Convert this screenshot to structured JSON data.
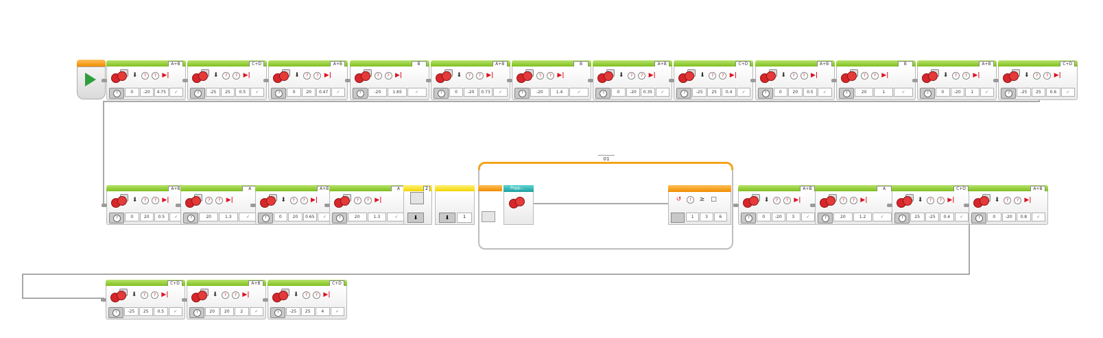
{
  "program": {
    "row1": [
      {
        "port": "A+B",
        "vals": [
          "0",
          "-20",
          "4.75",
          "✓"
        ]
      },
      {
        "port": "C+D",
        "vals": [
          "-25",
          "25",
          "0.5",
          "✓"
        ]
      },
      {
        "port": "A+B",
        "vals": [
          "0",
          "20",
          "0.47",
          "✓"
        ]
      },
      {
        "port": "B",
        "vals": [
          "-20",
          "1.65",
          "✓"
        ]
      },
      {
        "port": "A+B",
        "vals": [
          "0",
          "-20",
          "0.73",
          "✓"
        ]
      },
      {
        "port": "B",
        "vals": [
          "-20",
          "1.4",
          "✓"
        ]
      },
      {
        "port": "A+B",
        "vals": [
          "0",
          "-20",
          "0.35",
          "✓"
        ]
      },
      {
        "port": "C+D",
        "vals": [
          "-25",
          "25",
          "0.4",
          "✓"
        ]
      },
      {
        "port": "A+B",
        "vals": [
          "0",
          "20",
          "0.5",
          "✓"
        ]
      },
      {
        "port": "B",
        "vals": [
          "20",
          "1",
          "✓"
        ]
      },
      {
        "port": "A+B",
        "vals": [
          "0",
          "-20",
          "1",
          "✓"
        ]
      },
      {
        "port": "C+D",
        "vals": [
          "-25",
          "25",
          "0.6",
          "✓"
        ]
      }
    ],
    "row2": [
      {
        "port": "A+B",
        "vals": [
          "0",
          "20",
          "0.5",
          "✓"
        ]
      },
      {
        "port": "A",
        "vals": [
          "20",
          "1.3",
          "✓"
        ]
      },
      {
        "port": "A+B",
        "vals": [
          "0",
          "20",
          "0.65",
          "✓"
        ]
      },
      {
        "port": "A",
        "vals": [
          "20",
          "1.3",
          "✓"
        ]
      }
    ],
    "row2b": [
      {
        "port": "A+B",
        "vals": [
          "0",
          "-20",
          "3",
          "✓"
        ]
      },
      {
        "port": "A",
        "vals": [
          "20",
          "1.2",
          "✓"
        ]
      },
      {
        "port": "C+D",
        "vals": [
          "25",
          "-25",
          "0.4",
          "✓"
        ]
      },
      {
        "port": "A+B",
        "vals": [
          "0",
          "-20",
          "0.8",
          "✓"
        ]
      }
    ],
    "row3": [
      {
        "port": "C+D",
        "vals": [
          "-25",
          "25",
          "0.5",
          "✓"
        ]
      },
      {
        "port": "A+B",
        "vals": [
          "20",
          "20",
          "2",
          "✓"
        ]
      },
      {
        "port": "C+D",
        "vals": [
          "-25",
          "25",
          "4",
          "✓"
        ]
      }
    ],
    "sound": {
      "port": "2"
    },
    "wait": {
      "value": "1"
    },
    "loop": {
      "name": "01",
      "end_vals": [
        "1",
        "3",
        "6"
      ]
    },
    "popup": {
      "label": "Popp..."
    }
  }
}
